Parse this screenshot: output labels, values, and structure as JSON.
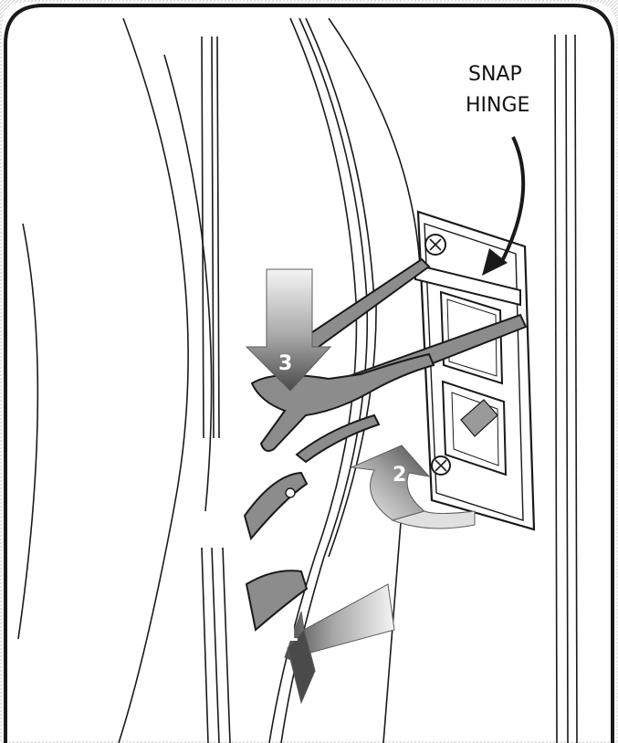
{
  "callout": {
    "line1": "SNAP",
    "line2": "HINGE"
  },
  "steps": [
    "3",
    "2",
    "1"
  ],
  "colors": {
    "outline": "#1a1a1a",
    "part_fill": "#8c8c8c",
    "part_fill_light": "#b5b5b5",
    "arrow_dark": "#5c5c5c",
    "arrow_light": "#f2f2f2",
    "hatch": "#d8d8d8"
  },
  "icons": {
    "pry_tool": "pry-tool-icon",
    "screw": "screw-icon"
  }
}
